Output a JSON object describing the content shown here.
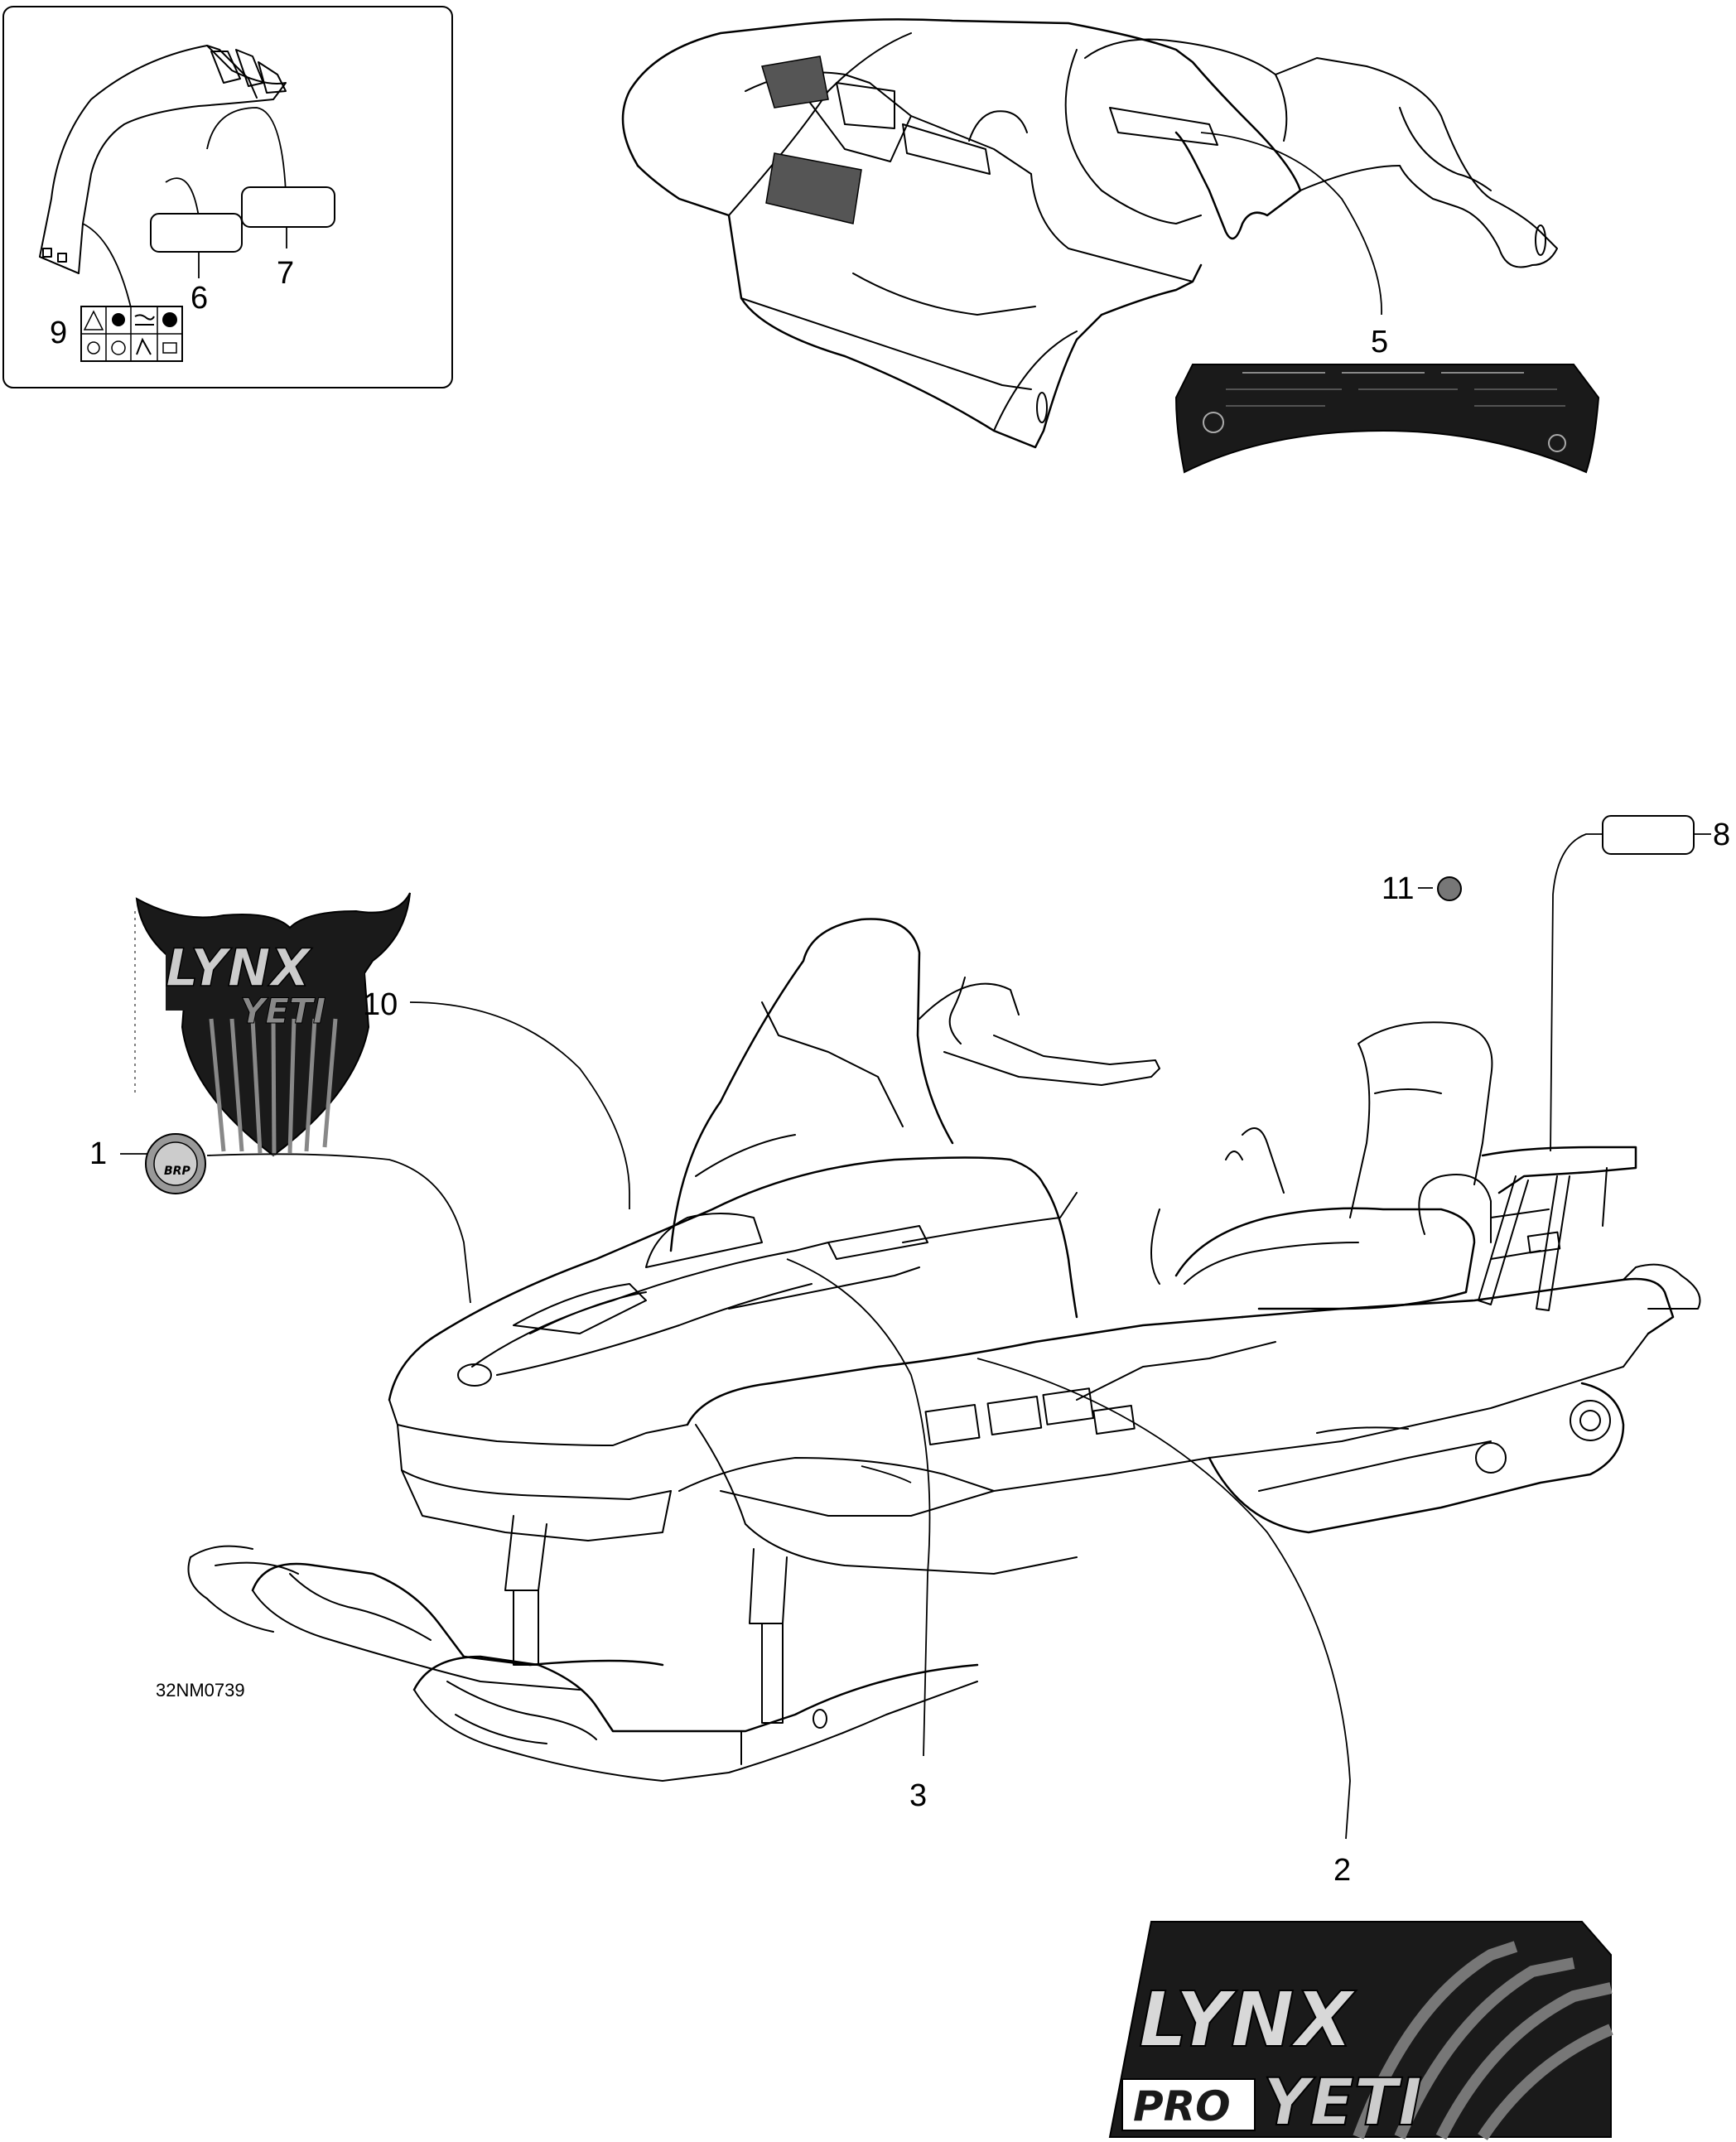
{
  "labels": {
    "l1": "1",
    "l2": "2",
    "l3": "3",
    "l5": "5",
    "l6": "6",
    "l7": "7",
    "l8": "8",
    "l9": "9",
    "l10": "10",
    "l11": "11"
  },
  "drawing_code": "32NM0739",
  "decals": {
    "lynx_yeti_upper": "LYNX",
    "lynx_yeti_lower": "YETI",
    "brp_badge": "BRP",
    "lynx_pro_yeti_top": "LYNX",
    "lynx_pro_yeti_pro": "PRO",
    "lynx_pro_yeti_yeti": "YETI"
  },
  "colors": {
    "line": "#000000",
    "decal_dark": "#1a1a1a",
    "decal_grey": "#8a8a8a",
    "background": "#ffffff"
  }
}
